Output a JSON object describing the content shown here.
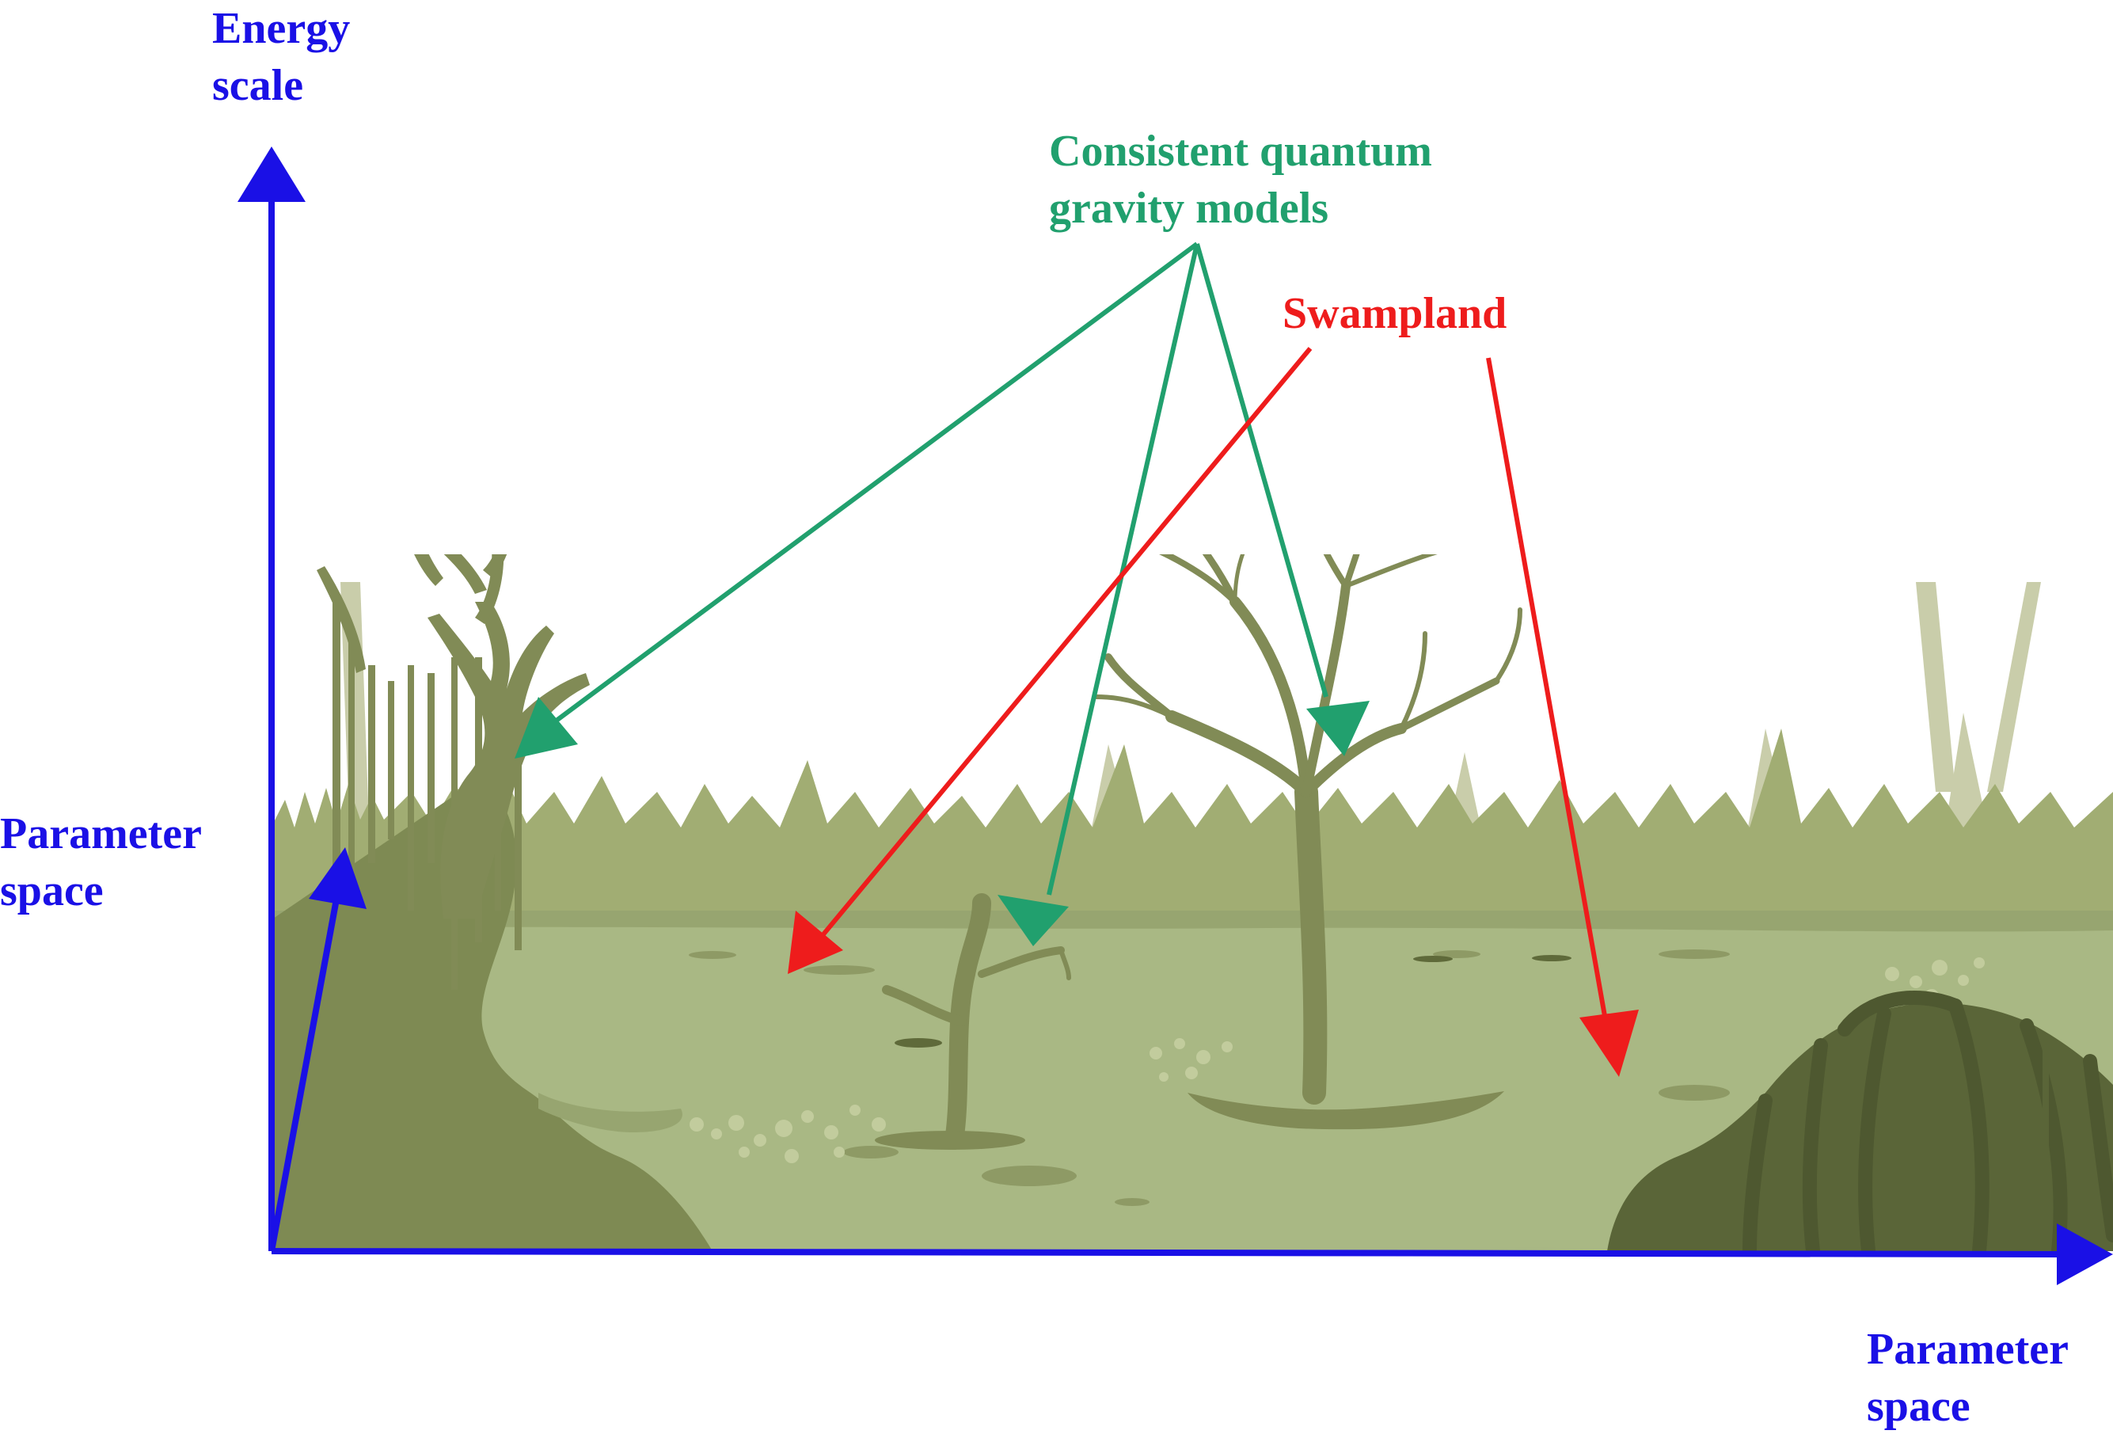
{
  "axes": {
    "energy_scale": [
      "Energy",
      "scale"
    ],
    "parameter_space_left": [
      "Parameter",
      "space"
    ],
    "parameter_space_bottom": [
      "Parameter",
      "space"
    ]
  },
  "labels": {
    "consistent_models": [
      "Consistent quantum",
      "gravity models"
    ],
    "swampland": "Swampland"
  },
  "colors": {
    "axis": "#1a10e6",
    "consistent_models": "#21a06e",
    "swampland": "#ee1c1c",
    "swamp_water": "#a9b884",
    "swamp_dark": "#7f8a55",
    "grass": "#9aa86c",
    "trees": "#818b56"
  },
  "illustration": "swamp-landscape"
}
